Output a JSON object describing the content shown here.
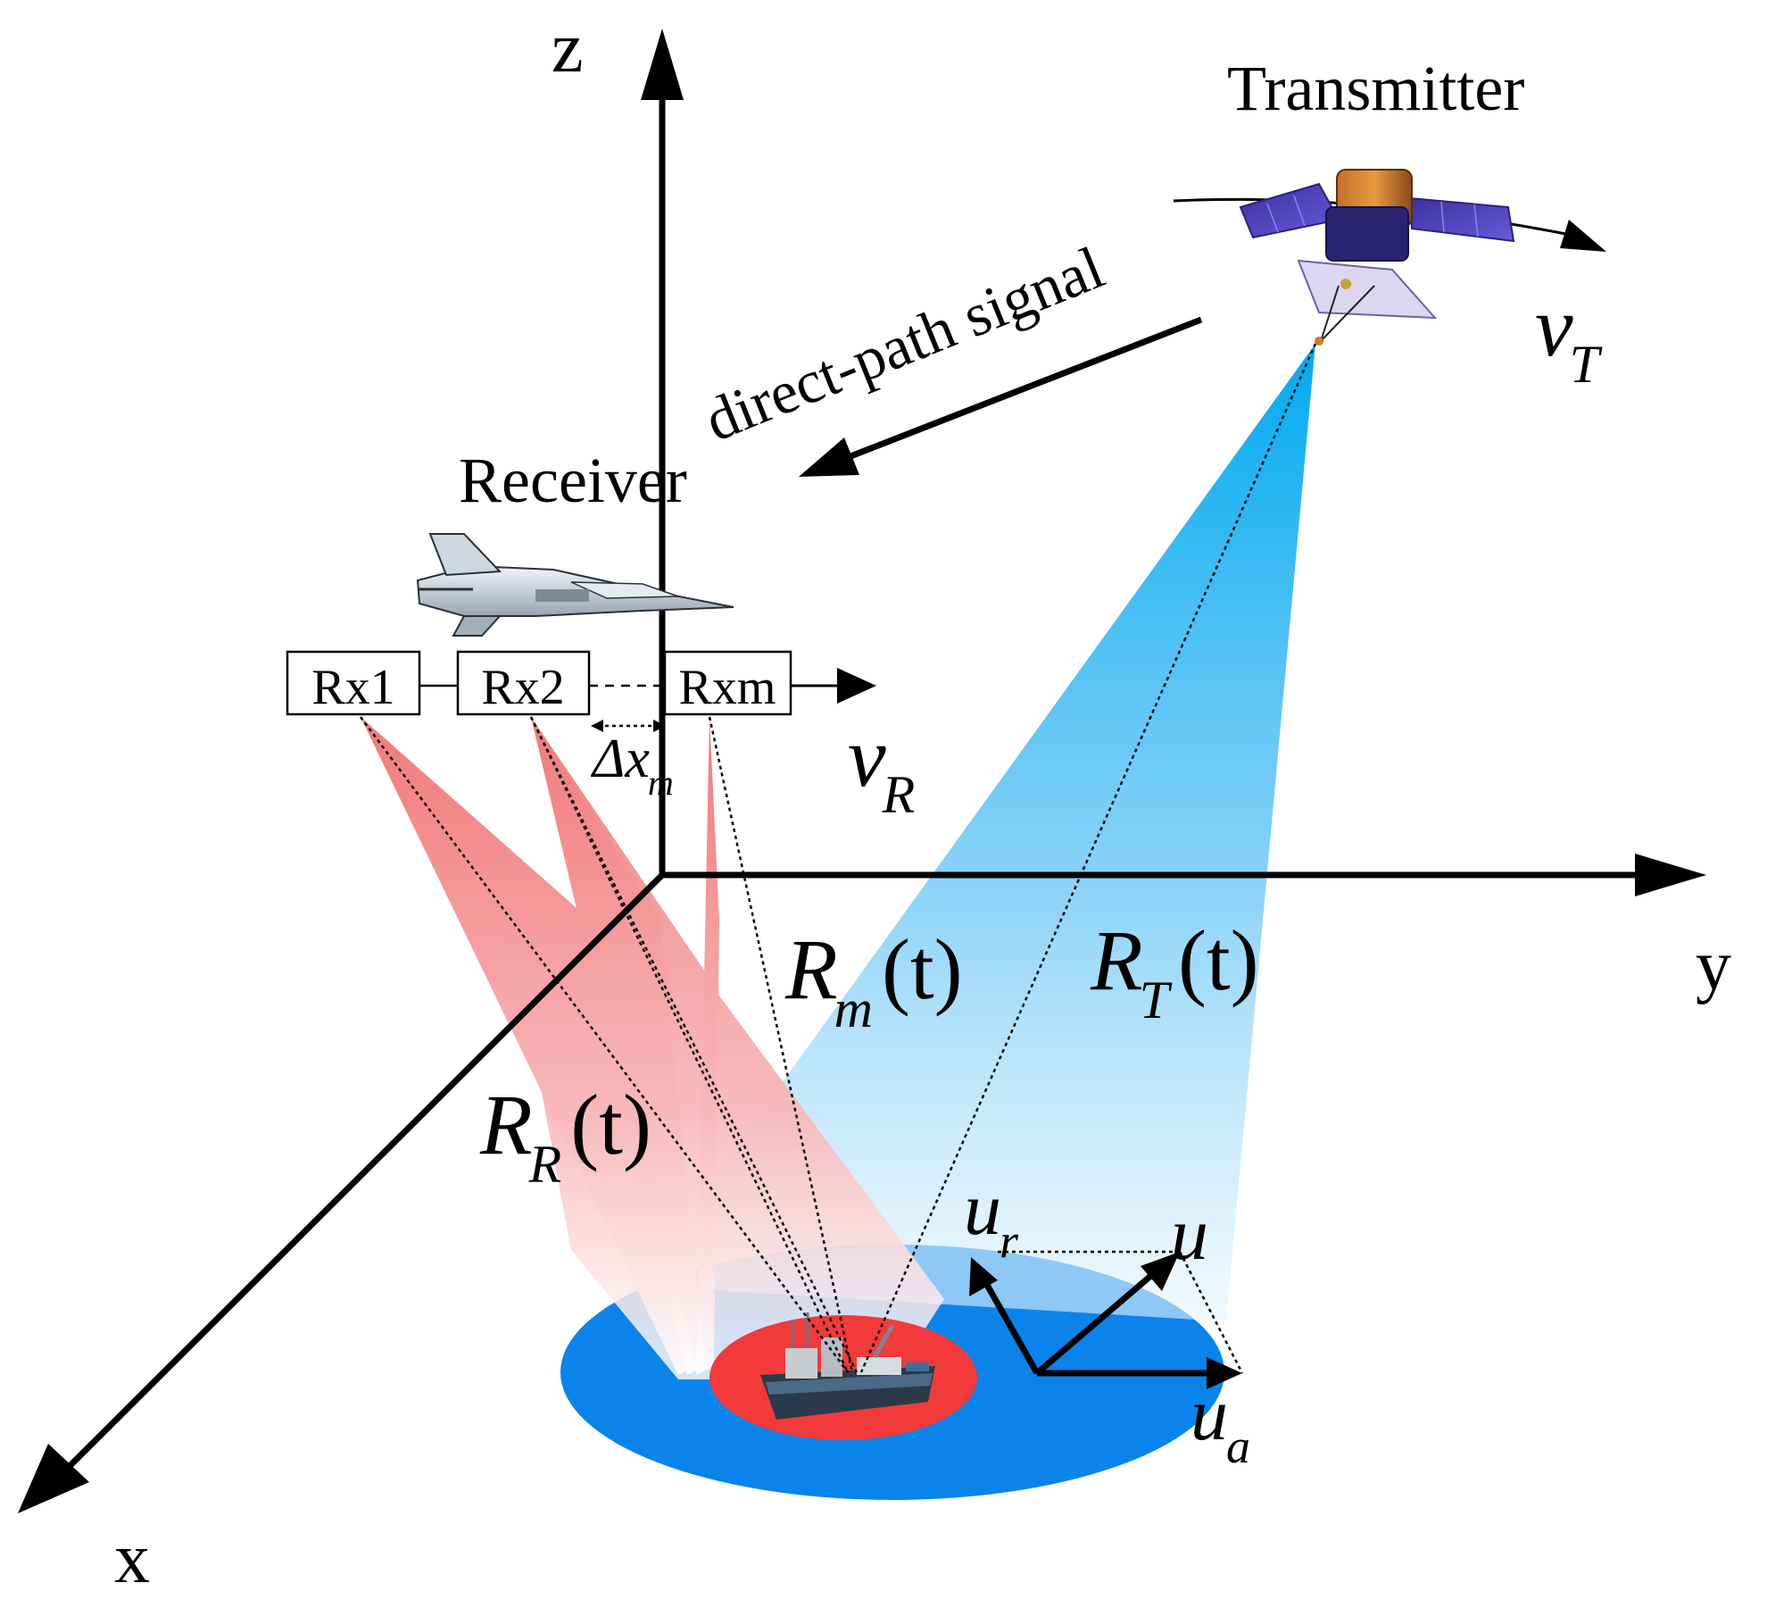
{
  "axes": {
    "x": "x",
    "y": "y",
    "z": "z"
  },
  "transmitter": {
    "label": "Transmitter",
    "velocity": "v",
    "velocity_sub": "T"
  },
  "direct_path": {
    "label": "direct-path signal"
  },
  "receiver": {
    "label": "Receiver",
    "channels": [
      "Rx1",
      "Rx2",
      "Rxm"
    ],
    "spacing": "Δx",
    "spacing_sub": "m",
    "velocity": "v",
    "velocity_sub": "R"
  },
  "ranges": {
    "rm": {
      "sym": "R",
      "sub": "m",
      "arg": "(t)"
    },
    "rt": {
      "sym": "R",
      "sub": "T",
      "arg": "(t)"
    },
    "rr": {
      "sym": "R",
      "sub": "R",
      "arg": "(t)"
    }
  },
  "target_velocity": {
    "u": "u",
    "ur": "u",
    "ur_sub": "r",
    "ua": "u",
    "ua_sub": "a"
  },
  "colors": {
    "axis": "#000000",
    "tx_beam": "#00aaf0",
    "rx_beam": "#f07a7a",
    "ground": "#0a84ea",
    "target_zone": "#f23a3a"
  }
}
